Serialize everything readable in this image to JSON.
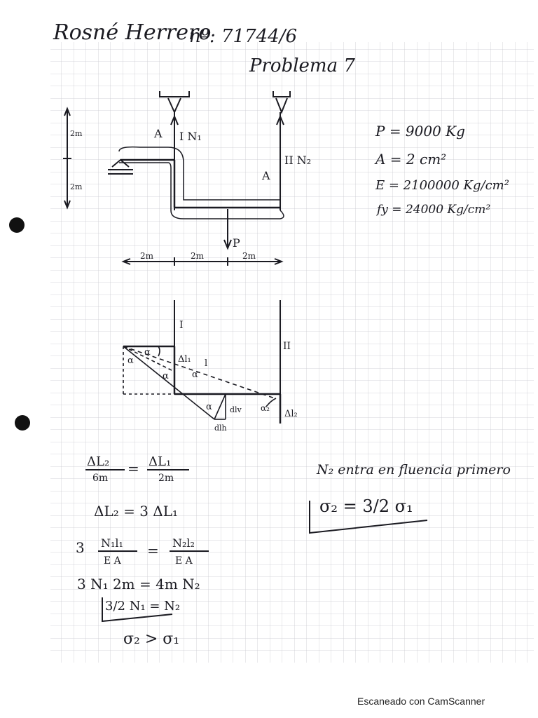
{
  "header": {
    "name": "Rosné Herrero",
    "student_no": "nº: 71744/6",
    "problem": "Problema 7"
  },
  "given": {
    "P": "P = 9000 Kg",
    "A": "A = 2 cm²",
    "E": "E = 2100000 Kg/cm²",
    "fy": "fy = 24000 Kg/cm²"
  },
  "structure_labels": {
    "dim_2m": "2m",
    "bar_A": "A",
    "N1": "I N₁",
    "N2": "II N₂",
    "load": "P"
  },
  "deformation_labels": {
    "bar_I": "I",
    "bar_II": "II",
    "dl1": "Δl₁",
    "dl2": "Δl₂",
    "alpha": "α",
    "l": "l",
    "dlh": "dlh",
    "dlv": "dlv",
    "alpha2": "α₂"
  },
  "equations": {
    "eq1_lhs": "ΔL₂",
    "eq1_lhs_den": "6m",
    "eq1_rhs": "ΔL₁",
    "eq1_rhs_den": "2m",
    "eq2": "ΔL₂ = 3 ΔL₁",
    "eq3_lhs_num": "N₁l₁",
    "eq3_lhs_den": "E A",
    "eq3_rhs_num": "N₂l₂",
    "eq3_rhs_den": "E A",
    "eq3_coef": "3",
    "eq4": "3 N₁ 2m = 4m N₂",
    "eq5": "3/2 N₁ = N₂",
    "eq6": "σ₂ > σ₁",
    "note": "N₂ entra en fluencia primero",
    "result": "σ₂ = 3/2 σ₁"
  },
  "footer": {
    "scanner": "Escaneado con CamScanner"
  }
}
